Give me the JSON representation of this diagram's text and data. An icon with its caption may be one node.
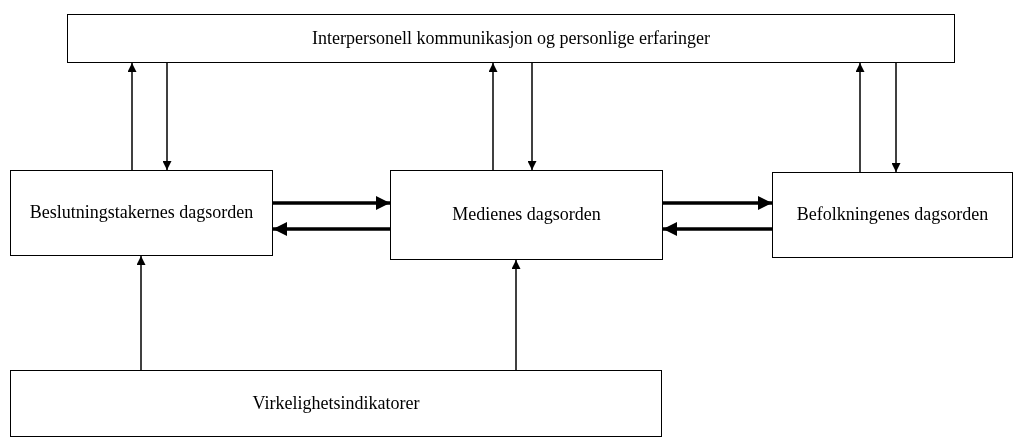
{
  "diagram": {
    "nodes": [
      {
        "text": [
          "Interpersonell kommunikasjon og personlige erfaringer"
        ]
      },
      {
        "text": [
          "Beslutningstakernes dagsorden"
        ]
      },
      {
        "text": [
          "Medienes dagsorden"
        ]
      },
      {
        "text": [
          "Befolkningenes dagsorden"
        ]
      },
      {
        "text": [
          "Virkelighetsindikatorer"
        ]
      }
    ],
    "edges": [
      {
        "from": 1,
        "to": 0,
        "arrow": "to"
      },
      {
        "from": 0,
        "to": 1,
        "arrow": "to"
      },
      {
        "from": 2,
        "to": 0,
        "arrow": "to"
      },
      {
        "from": 0,
        "to": 2,
        "arrow": "to"
      },
      {
        "from": 3,
        "to": 0,
        "arrow": "to"
      },
      {
        "from": 0,
        "to": 3,
        "arrow": "to"
      },
      {
        "from": 1,
        "to": 2,
        "arrow": "to",
        "style": "thick"
      },
      {
        "from": 2,
        "to": 1,
        "arrow": "to",
        "style": "thick"
      },
      {
        "from": 2,
        "to": 3,
        "arrow": "to",
        "style": "thick"
      },
      {
        "from": 3,
        "to": 2,
        "arrow": "to",
        "style": "thick"
      },
      {
        "from": 4,
        "to": 1,
        "arrow": "to"
      },
      {
        "from": 4,
        "to": 2,
        "arrow": "to"
      }
    ]
  }
}
